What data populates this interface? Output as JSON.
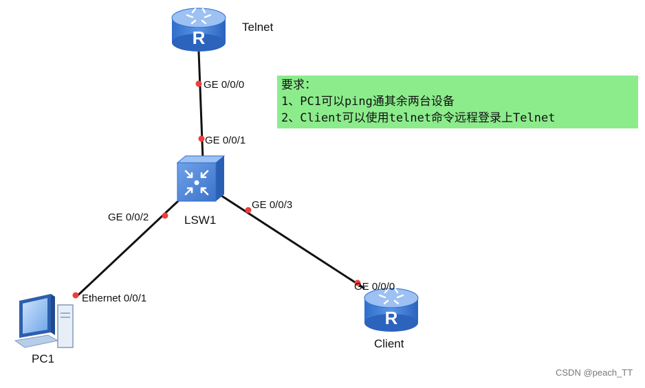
{
  "devices": {
    "telnet": {
      "name": "Telnet"
    },
    "switch": {
      "name": "LSW1"
    },
    "pc": {
      "name": "PC1"
    },
    "client": {
      "name": "Client"
    }
  },
  "ports": {
    "telnet_ge000": "GE 0/0/0",
    "switch_ge001": "GE 0/0/1",
    "switch_ge002": "GE 0/0/2",
    "switch_ge003": "GE 0/0/3",
    "pc_eth001": "Ethernet 0/0/1",
    "client_ge000": "GE 0/0/0"
  },
  "requirements": {
    "title": "要求：",
    "items": [
      "1、PC1可以ping通其余两台设备",
      "2、Client可以使用telnet命令远程登录上Telnet"
    ]
  },
  "watermark": "CSDN @peach_TT",
  "colors": {
    "router_blue": "#3f7fd8",
    "router_top": "#8ab4ee",
    "switch_blue": "#4f86d6",
    "port_dot": "#f03c3c",
    "link": "#111111",
    "note_bg": "#8cec8c"
  }
}
